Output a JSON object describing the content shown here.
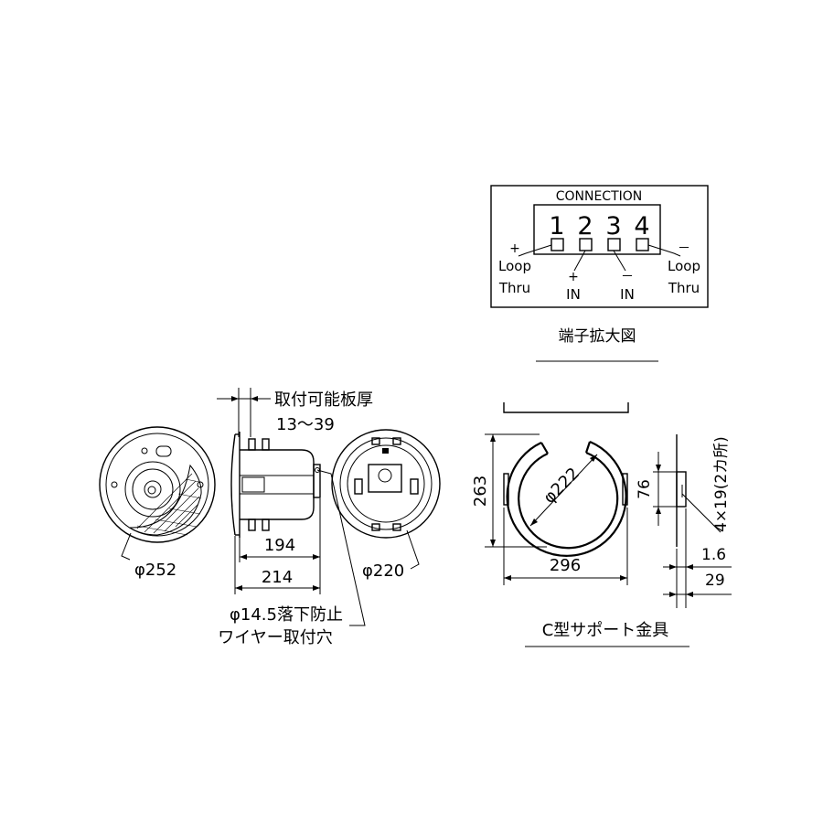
{
  "connection": {
    "title": "CONNECTION",
    "numbers": [
      "1",
      "2",
      "3",
      "4"
    ],
    "plus_left": "+",
    "loop_left": "Loop",
    "thru_left": "Thru",
    "plus_in": "+",
    "in_plus": "IN",
    "minus_in": "－",
    "in_minus": "IN",
    "minus_right": "－",
    "loop_right": "Loop",
    "thru_right": "Thru",
    "caption": "端子拡大図"
  },
  "speaker": {
    "phi252": "φ252",
    "plate_thickness_label": "取付可能板厚",
    "plate_thickness_range": "13～39",
    "dim194": "194",
    "dim214": "214",
    "phi220": "φ220",
    "wire_hole_line1": "φ14.5落下防止",
    "wire_hole_line2": "ワイヤー取付穴"
  },
  "bracket": {
    "dim263": "263",
    "phi222": "φ222",
    "dim296": "296",
    "dim76": "76",
    "holes": "4×19(2カ所)",
    "dim1_6": "1.6",
    "dim29": "29",
    "caption": "C型サポート金具"
  }
}
